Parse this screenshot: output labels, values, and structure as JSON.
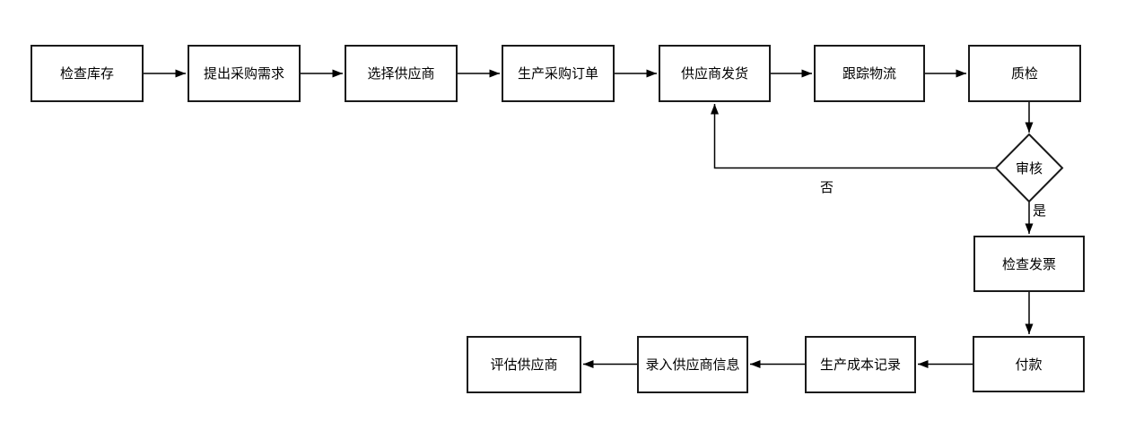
{
  "diagram": {
    "type": "flowchart",
    "colors": {
      "background": "#ffffff",
      "node_fill": "#ffffff",
      "node_border": "#1a1a1a",
      "line": "#000000",
      "text": "#000000"
    },
    "nodes": {
      "check_inventory": {
        "label": "检查库存",
        "shape": "rect"
      },
      "raise_purchase_request": {
        "label": "提出采购需求",
        "shape": "rect"
      },
      "select_supplier": {
        "label": "选择供应商",
        "shape": "rect"
      },
      "produce_purchase_order": {
        "label": "生产采购订单",
        "shape": "rect"
      },
      "supplier_ship": {
        "label": "供应商发货",
        "shape": "rect"
      },
      "track_logistics": {
        "label": "跟踪物流",
        "shape": "rect"
      },
      "quality_inspection": {
        "label": "质检",
        "shape": "rect"
      },
      "review": {
        "label": "审核",
        "shape": "diamond"
      },
      "check_invoice": {
        "label": "检查发票",
        "shape": "rect"
      },
      "payment": {
        "label": "付款",
        "shape": "rect"
      },
      "production_cost_record": {
        "label": "生产成本记录",
        "shape": "rect"
      },
      "enter_supplier_info": {
        "label": "录入供应商信息",
        "shape": "rect"
      },
      "evaluate_supplier": {
        "label": "评估供应商",
        "shape": "rect"
      }
    },
    "edge_labels": {
      "no": "否",
      "yes": "是"
    },
    "edges": [
      {
        "from": "check_inventory",
        "to": "raise_purchase_request"
      },
      {
        "from": "raise_purchase_request",
        "to": "select_supplier"
      },
      {
        "from": "select_supplier",
        "to": "produce_purchase_order"
      },
      {
        "from": "produce_purchase_order",
        "to": "supplier_ship"
      },
      {
        "from": "supplier_ship",
        "to": "track_logistics"
      },
      {
        "from": "track_logistics",
        "to": "quality_inspection"
      },
      {
        "from": "quality_inspection",
        "to": "review"
      },
      {
        "from": "review",
        "to": "supplier_ship",
        "label": "否"
      },
      {
        "from": "review",
        "to": "check_invoice",
        "label": "是"
      },
      {
        "from": "check_invoice",
        "to": "payment"
      },
      {
        "from": "payment",
        "to": "production_cost_record"
      },
      {
        "from": "production_cost_record",
        "to": "enter_supplier_info"
      },
      {
        "from": "enter_supplier_info",
        "to": "evaluate_supplier"
      }
    ]
  }
}
